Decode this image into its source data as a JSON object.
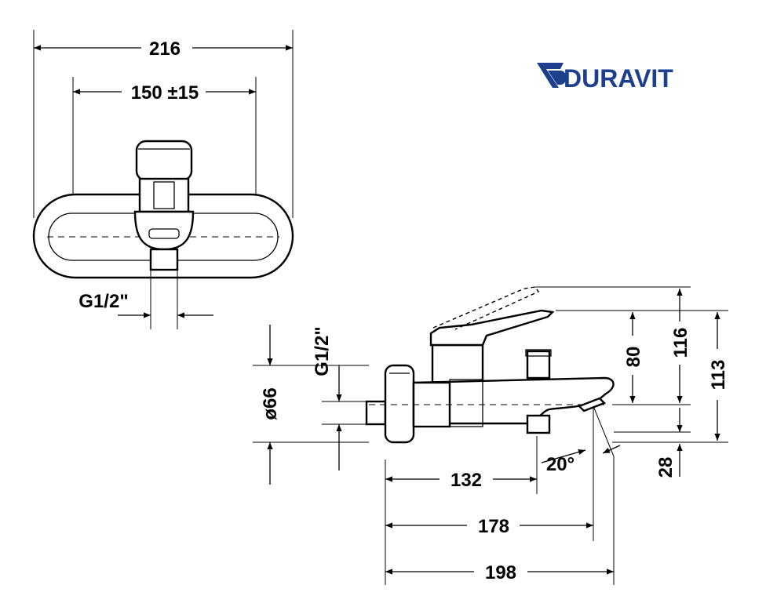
{
  "brand": {
    "name": "DURAVIT",
    "logo_color": "#1d3f8c"
  },
  "front_view": {
    "dim_overall_width": "216",
    "dim_connection_spacing": "150 ±15",
    "dim_outlet_thread": "G1/2\""
  },
  "side_view": {
    "dim_inlet_thread": "G1/2\"",
    "dim_rosette_diameter": "ø66",
    "dim_spout_axis_height": "80",
    "dim_lever_height": "116",
    "dim_total_height": "113",
    "dim_outlet_offset": "28",
    "dim_spout_angle": "20°",
    "dim_depth_132": "132",
    "dim_depth_178": "178",
    "dim_depth_198": "198"
  }
}
